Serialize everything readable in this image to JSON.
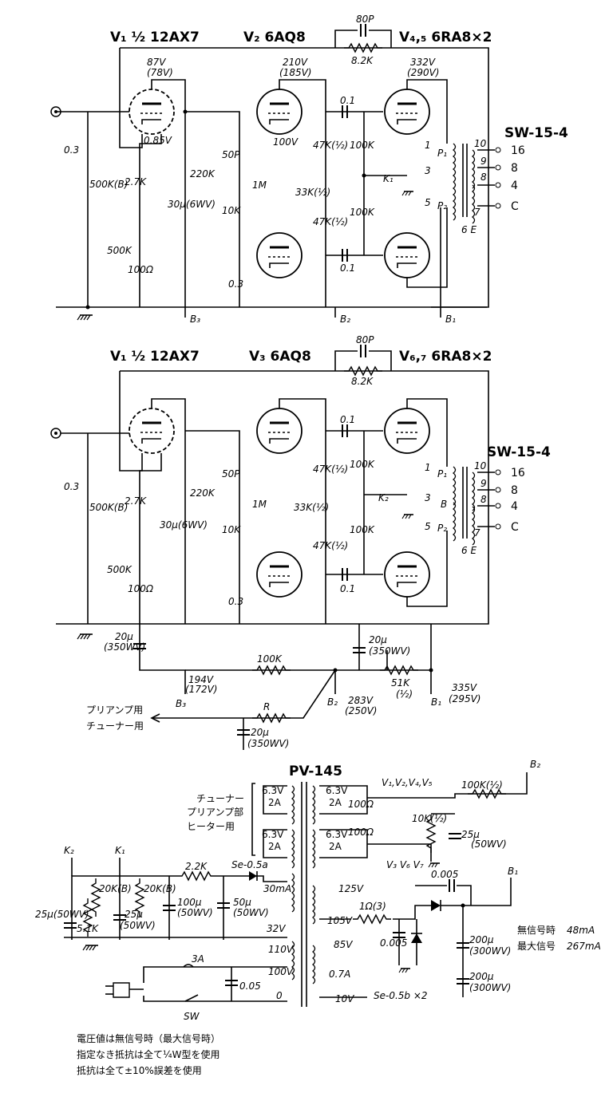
{
  "top": {
    "v1": "V₁ ½ 12AX7",
    "v2": "V₂  6AQ8",
    "v45": "V₄,₅ 6RA8×2",
    "c80": "80P",
    "r82": "8.2K",
    "v1plate": "87V",
    "v1plate_max": "(78V)",
    "v1cath": "0.85V",
    "v2plate": "210V",
    "v2plate_max": "(185V)",
    "v45plate": "332V",
    "v45plate_max": "(290V)",
    "v2cath": "100V",
    "c03": "0.3",
    "r500kb": "500K(B)",
    "r27k": "2.7K",
    "c30u": "30μ(6WV)",
    "r220k": "220K",
    "c50p": "50P",
    "r10k": "10K",
    "r1m": "1M",
    "r500k": "500K",
    "r100": "100Ω",
    "r47k_a": "47K(½)",
    "r47k_b": "47K(½)",
    "r33k": "33K(½)",
    "c01_a": "0.1",
    "c01_b": "0.1",
    "r100k_a": "100K",
    "r100k_b": "100K",
    "k1": "K₁",
    "c03b": "0.3",
    "sw": "SW-15-4",
    "t16": "16",
    "t8": "8",
    "t4": "4",
    "tc": "C",
    "p1": "P₁",
    "p2": "P₂",
    "n1": "1",
    "n3": "3",
    "n5": "5",
    "n10": "10",
    "n9": "9",
    "n8": "8",
    "n7": "7",
    "n6e": "6 E",
    "b3": "B₃",
    "b2": "B₂",
    "b1": "B₁"
  },
  "bottom": {
    "v1": "V₁ ½ 12AX7",
    "v3": "V₃ 6AQ8",
    "v67": "V₆,₇ 6RA8×2",
    "c80": "80P",
    "r82": "8.2K",
    "c03": "0.3",
    "r500kb": "500K(B)",
    "r27k": "2.7K",
    "c30u": "30μ(6WV)",
    "r220k": "220K",
    "c50p": "50P",
    "r10k": "10K",
    "r1m": "1M",
    "r500k": "500K",
    "r100": "100Ω",
    "r33k": "33K(½)",
    "r47k_a": "47K(½)",
    "r47k_b": "47K(½)",
    "c01_a": "0.1",
    "c01_b": "0.1",
    "r100k_a": "100K",
    "r100k_b": "100K",
    "k2": "K₂",
    "c03b": "0.3",
    "sw": "SW-15-4",
    "t16": "16",
    "t8": "8",
    "t4": "4",
    "tc": "C",
    "p1": "P₁",
    "p2": "P₂",
    "n1": "1",
    "n3": "3",
    "n5": "5",
    "n10": "10",
    "n9": "9",
    "n8": "8",
    "n7": "7",
    "n6e": "6 E",
    "nb": "B",
    "c20a": "20μ",
    "c20a2": "(350WV)",
    "c20b": "20μ",
    "c20b2": "(350WV)",
    "r100k": "100K",
    "r51k": "51K",
    "r51k2": "(½)",
    "v194": "194V",
    "v172": "(172V)",
    "b3": "B₃",
    "b2": "B₂",
    "v283": "283V",
    "v250": "(250V)",
    "b1": "B₁",
    "v335": "335V",
    "v295": "(295V)",
    "preamp": "プリアンプ用",
    "tuner": "チューナー用",
    "r": "R",
    "c20c": "20μ",
    "c20c2": "(350WV)"
  },
  "psu": {
    "pv": "PV-145",
    "heater1": "チューナー",
    "heater2": "プリアンプ部",
    "heater3": "ヒーター用",
    "h63a": "6.3V",
    "h2a": "2A",
    "h63b": "6.3V",
    "h2b": "2A",
    "h63c": "6.3V",
    "h2c": "2A",
    "h63d": "6.3V",
    "h2d": "2A",
    "r100a": "100Ω",
    "r100b": "100Ω",
    "vlist1": "V₁,V₂,V₄,V₅",
    "vlist2": "V₃ V₆ V₇",
    "r100kh": "100K(½)",
    "b2": "B₂",
    "r10kh": "10K(½)",
    "c25": "25μ",
    "c25b": "(50WV)",
    "k2": "K₂",
    "k1": "K₁",
    "r20kb_a": "20K(B)",
    "r20kb_b": "20K(B)",
    "r22k": "2.2K",
    "se05a": "Se-0.5a",
    "c25u": "25μ(50WV)",
    "r51k": "5.1K",
    "c25u2": "25μ",
    "c25u2b": "(50WV)",
    "c100u": "100μ",
    "c100ub": "(50WV)",
    "c50u": "50μ",
    "c50ub": "(50WV)",
    "ma30": "30mA",
    "v32": "32V",
    "v125": "125V",
    "v105": "105V",
    "v85": "85V",
    "r1": "1Ω(3)",
    "c0005a": "0.005",
    "c0005b": "0.005",
    "b1": "B₁",
    "c200a": "200μ",
    "c200a2": "(300WV)",
    "c200b": "200μ",
    "c200b2": "(300WV)",
    "nosig": "無信号時",
    "nosig_v": "48mA",
    "maxsig": "最大信号",
    "maxsig_v": "267mA",
    "f3a": "3A",
    "v110": "110V",
    "v100": "100V",
    "v0": "0",
    "a07": "0.7A",
    "v10": "10V",
    "c005": "0.05",
    "sw": "SW",
    "se05b": "Se-0.5b ×2"
  },
  "notes": {
    "n1": "電圧値は無信号時（最大信号時）",
    "n2": "指定なき抵抗は全て¼W型を使用",
    "n3": "抵抗は全て±10%誤差を使用"
  }
}
